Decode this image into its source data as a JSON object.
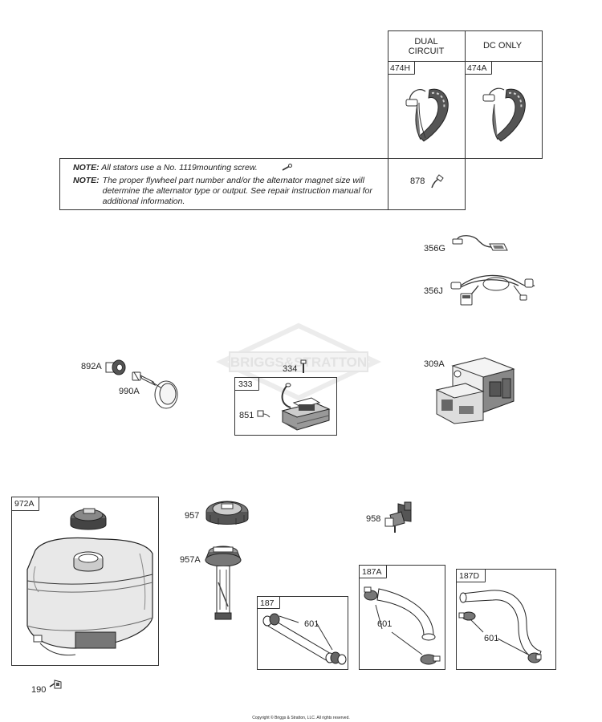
{
  "watermark": "BRIGGS&STRATTON",
  "alternator_table": {
    "col1_header": "DUAL CIRCUIT",
    "col2_header": "DC ONLY",
    "col1_part": "474H",
    "col2_part": "474A",
    "screw_part": "878"
  },
  "notes": [
    {
      "label": "NOTE:",
      "text": "All stators use a No. 1119mounting screw."
    },
    {
      "label": "NOTE:",
      "text": "The proper flywheel part number and/or the alternator magnet size will determine the alternator type or output. See repair instruction manual for additional information."
    }
  ],
  "callouts": {
    "p356g": "356G",
    "p356j": "356J",
    "p309a": "309A",
    "p892a": "892A",
    "p990a": "990A",
    "p334": "334",
    "p333": "333",
    "p851": "851",
    "p972a": "972A",
    "p957": "957",
    "p957a": "957A",
    "p958": "958",
    "p187": "187",
    "p187_601": "601",
    "p187a": "187A",
    "p187a_601": "601",
    "p187d": "187D",
    "p187d_601": "601",
    "p190": "190"
  },
  "copyright": "Copyright © Briggs & Stratton, LLC. All rights reserved."
}
